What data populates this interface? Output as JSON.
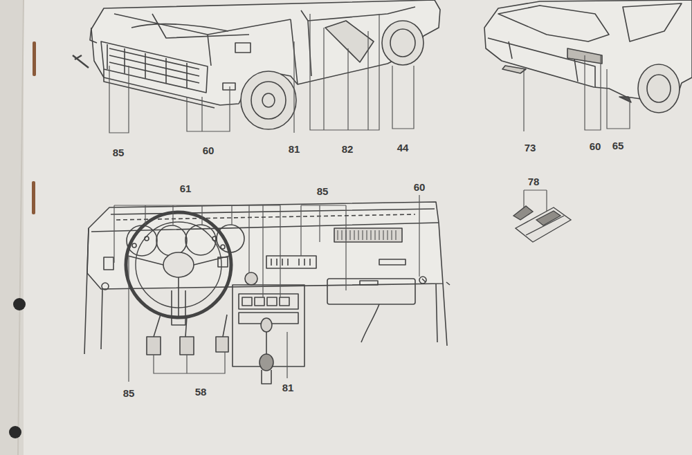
{
  "diagram": {
    "labels": [
      "85",
      "60",
      "81",
      "82",
      "44",
      "73",
      "60",
      "65",
      "61",
      "85",
      "60",
      "78",
      "85",
      "58",
      "81"
    ]
  }
}
